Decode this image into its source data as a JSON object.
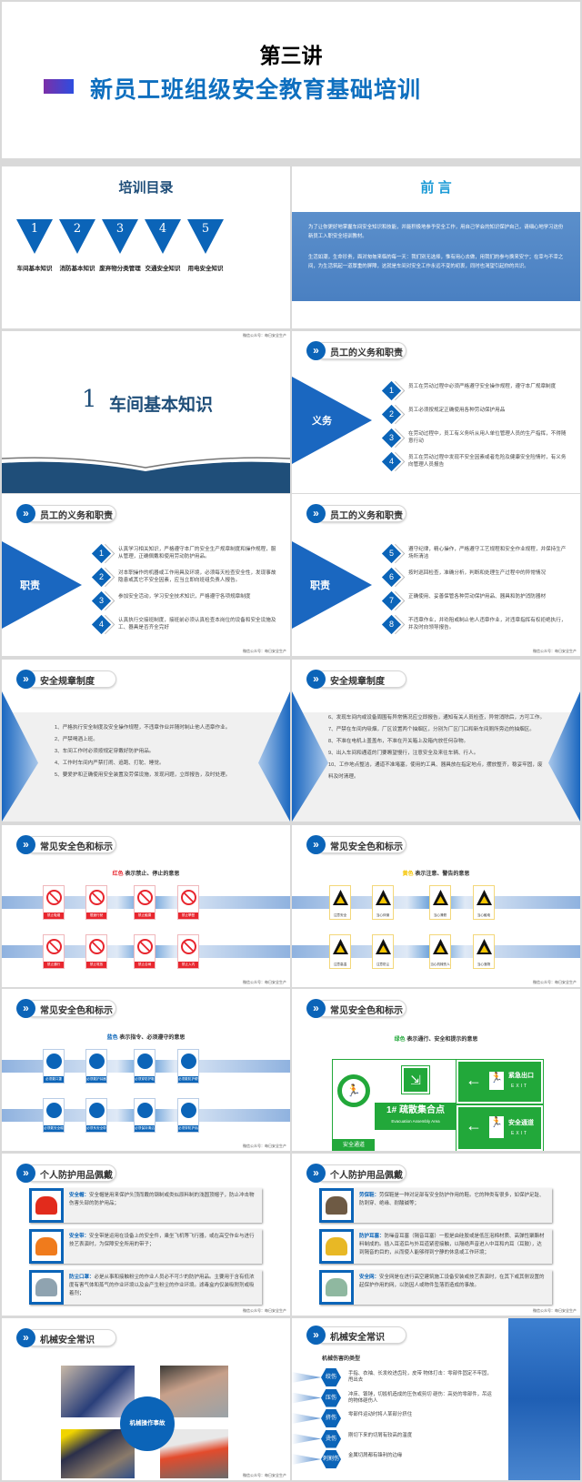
{
  "footer": "微信公众号：每日安全生产",
  "cover": {
    "lecture": "第三讲",
    "subtitle": "新员工班组级安全教育基础培训"
  },
  "toc": {
    "title": "培训目录",
    "items": [
      {
        "num": "1",
        "label": "车间基本知识"
      },
      {
        "num": "2",
        "label": "消防基本知识"
      },
      {
        "num": "3",
        "label": "废弃物分类管理"
      },
      {
        "num": "4",
        "label": "交通安全知识"
      },
      {
        "num": "5",
        "label": "用电安全知识"
      }
    ]
  },
  "preface": {
    "title": "前 言",
    "paragraphs": [
      "为了让你更好地掌握车间安全知识和技能，并能积极地参予安全工作，用自己学会的知识保护自己，请细心地学习这份新员工入职安全培训教材。",
      "生活如潮，生命珍贵，面对匆匆来临的每一天：我们别无选择，惟有用心去做，用我们的参与换来安宁；在幸与不幸之间，为生活筑起一道厚重的屏障，这就是车间对安全工作永远不变的初衷，同时也渴望引起你的共识。"
    ]
  },
  "section": {
    "num": "1",
    "title": "车间基本知识"
  },
  "duties": {
    "header": "员工的义务和职责",
    "label": "义务",
    "items": [
      {
        "num": "1",
        "text": "员工在劳动过程中必须严格遵守安全操作规程，遵守本厂规章制度"
      },
      {
        "num": "2",
        "text": "员工必须按规定正确使用各种劳动保护用品"
      },
      {
        "num": "3",
        "text": "在劳动过程中，员工有义务听从用人单位管理人员的生产指挥，不得随意行动"
      },
      {
        "num": "4",
        "text": "员工在劳动过程中发现不安全因素或者危险及健康安全险情时，有义务向管理人员报告"
      }
    ]
  },
  "resp1": {
    "header": "员工的义务和职责",
    "label": "职责",
    "items": [
      {
        "num": "1",
        "text": "认真学习相关知识，严格遵守本厂的安全生产规章制度和操作规程，服从管理，正确佩戴和使用劳动防护用品。"
      },
      {
        "num": "2",
        "text": "对本职操作的机器或工作用具及环境，必须每天检查安全性，发现事故隐患或其它不安全因素，应当立即向班组负责人报告。"
      },
      {
        "num": "3",
        "text": "参加安全活动，学习安全技术知识，严格遵守各项规章制度"
      },
      {
        "num": "4",
        "text": "认真执行交接班制度，接班前必须认真检查本岗位的设备和安全设施及工、器具是否齐全完好"
      }
    ]
  },
  "resp2": {
    "header": "员工的义务和职责",
    "label": "职责",
    "items": [
      {
        "num": "5",
        "text": "遵守纪律，精心操作，严格遵守工艺规程和安全作业规程，并保持生产场所清洁"
      },
      {
        "num": "6",
        "text": "按时巡回检查，准确分析，判断和处理生产过程中的异常情况"
      },
      {
        "num": "7",
        "text": "正确使用、妥善保管各种劳动保护用品、器具和防护消防器材"
      },
      {
        "num": "8",
        "text": "不违章作业，并劝阻或制止他人违章作业，对违章指挥有权拒绝执行，并及时向领导报告。"
      }
    ]
  },
  "rules1": {
    "header": "安全规章制度",
    "lines": [
      "1、严格执行安全制度及安全操作规程，不违章作业并随时制止他人违章作业。",
      "2、严禁喝酒上班。",
      "3、车间工作时必须按规定穿戴好防护用品。",
      "4、工作时车间内严禁打闹、追跑、打鸵、睡觉。",
      "5、要爱护和正确使用安全装置及劳保设施，发现问题，立即报告，及时处理。"
    ]
  },
  "rules2": {
    "header": "安全规章制度",
    "lines": [
      "6、发现车间内或设备周围有异常情况应立即报告，通知有关人员检查，异常消除后，方可工作。",
      "7、严禁在车间内吸烟，厂区设置两个抽烟区，分别为厂区门口和新车间厕所旁边的抽烟区。",
      "8、不准在电机上盖盖布，不准在开关箱上及箱内放任何杂物。",
      "9、出入车间和通道的门要瞭望慢行，注意安全及来往车辆、行人。",
      "10、工作地点整洁，通道不准堵塞，使用的工具、器具放在指定地点，摆放整齐，稳妥牢固，废料及时清理。"
    ]
  },
  "signs_red": {
    "header": "常见安全色和标示",
    "color_word": "红色",
    "desc": "表示禁止、停止的意思",
    "color": "#e8262e",
    "labels": [
      "禁止吸烟",
      "限速行驶",
      "禁止触摸",
      "禁止攀登",
      "禁止通行",
      "禁止堆放",
      "禁止合闸",
      "禁止入内"
    ]
  },
  "signs_yellow": {
    "header": "常见安全色和标示",
    "color_word": "黄色",
    "desc": "表示注意、警告的意思",
    "color": "#f5c400",
    "labels": [
      "注意安全",
      "当心绊倒",
      "当心滑跌",
      "当心触电",
      "注意高温",
      "注意防尘",
      "当心机械伤人",
      "当心落物"
    ]
  },
  "signs_blue": {
    "header": "常见安全色和标示",
    "color_word": "蓝色",
    "desc": "表示指令、必须遵守的意思",
    "color": "#0b64b8",
    "labels": [
      "必须戴口罩",
      "必须戴护耳器",
      "必须穿防护鞋",
      "必须戴防护眼镜",
      "必须戴安全帽",
      "必须系安全带",
      "必须保持清洁",
      "必须穿防护用品"
    ]
  },
  "signs_green": {
    "header": "常见安全色和标示",
    "color_word": "绿色",
    "desc": "表示通行、安全和提示的意思",
    "color": "#22a83a",
    "left_sign": "安全通道",
    "assembly": "1# 疏散集合点",
    "assembly_en": "Evacuation Assembly Area",
    "exit1": "紧急出口",
    "exit2": "安全通道",
    "exit_en": "EXIT"
  },
  "ppe1": {
    "header": "个人防护用品佩戴",
    "items": [
      {
        "name": "安全帽：",
        "text": "安全帽是用来保护头顶而戴的钢制或类似原料制的浅圆顶帽子，防止冲击物伤害头部的防护用品；"
      },
      {
        "name": "安全带：",
        "text": "安全带是运用在设备上的安全件，乘坐飞机等飞行器，或在高空作业与进行技艺表演时，为保障安全所用的带子；"
      },
      {
        "name": "防尘口罩：",
        "text": "必是从事和接触粉尘的作业人员必不可少的防护用品。主要用于含有低浓度有害气体和蒸气的作业环境以及会产生粉尘的作业环境。滤毒盒内仅装吸附剂或吸着剂；"
      }
    ]
  },
  "ppe2": {
    "header": "个人防护用品佩戴",
    "items": [
      {
        "name": "劳保鞋：",
        "text": "劳保鞋是一种对足部有安全防护作用的鞋。它的种类有很多，如保护足趾、防刺穿、绝缘、耐酸碱等；"
      },
      {
        "name": "防护耳塞：",
        "text": "防噪音耳塞（隔音耳塞）一般是由硅胶或是低压泡棉材质、高弹性聚酯材料制成的。插入耳道后与外耳道紧密接触，以隔绝声音进入中耳和内耳（耳鼓），达到隔音的目的，从而使人能够得到宁静的休息或工作环境；"
      },
      {
        "name": "安全网：",
        "text": "安全网是在进行高空建筑施工设备安装或技艺表演时，在其下或其侧设置的起保护作用的网，以防因人或物件坠落而造成的事故。"
      }
    ]
  },
  "mech1": {
    "header": "机械安全常识",
    "center": "机械操作事故"
  },
  "mech2": {
    "header": "机械安全常识",
    "subtitle": "机械伤害的类型",
    "items": [
      {
        "name": "绞伤",
        "text": "手指、衣袖、长发绞进齿轮，皮带 物体打击：零部件固定不牢固，甩出去"
      },
      {
        "name": "压伤",
        "text": "冲床、锻锤，切扳机造成的压伤或剪切 砸伤：高处的零部件，吊运的物体砸伤人"
      },
      {
        "name": "挤伤",
        "text": "零部件运动时将人某部分挤住"
      },
      {
        "name": "烫伤",
        "text": "刚切下来的切屑有较高的温度"
      },
      {
        "name": "刺割伤",
        "text": "金属切屑都有锋利的边缘"
      }
    ]
  }
}
